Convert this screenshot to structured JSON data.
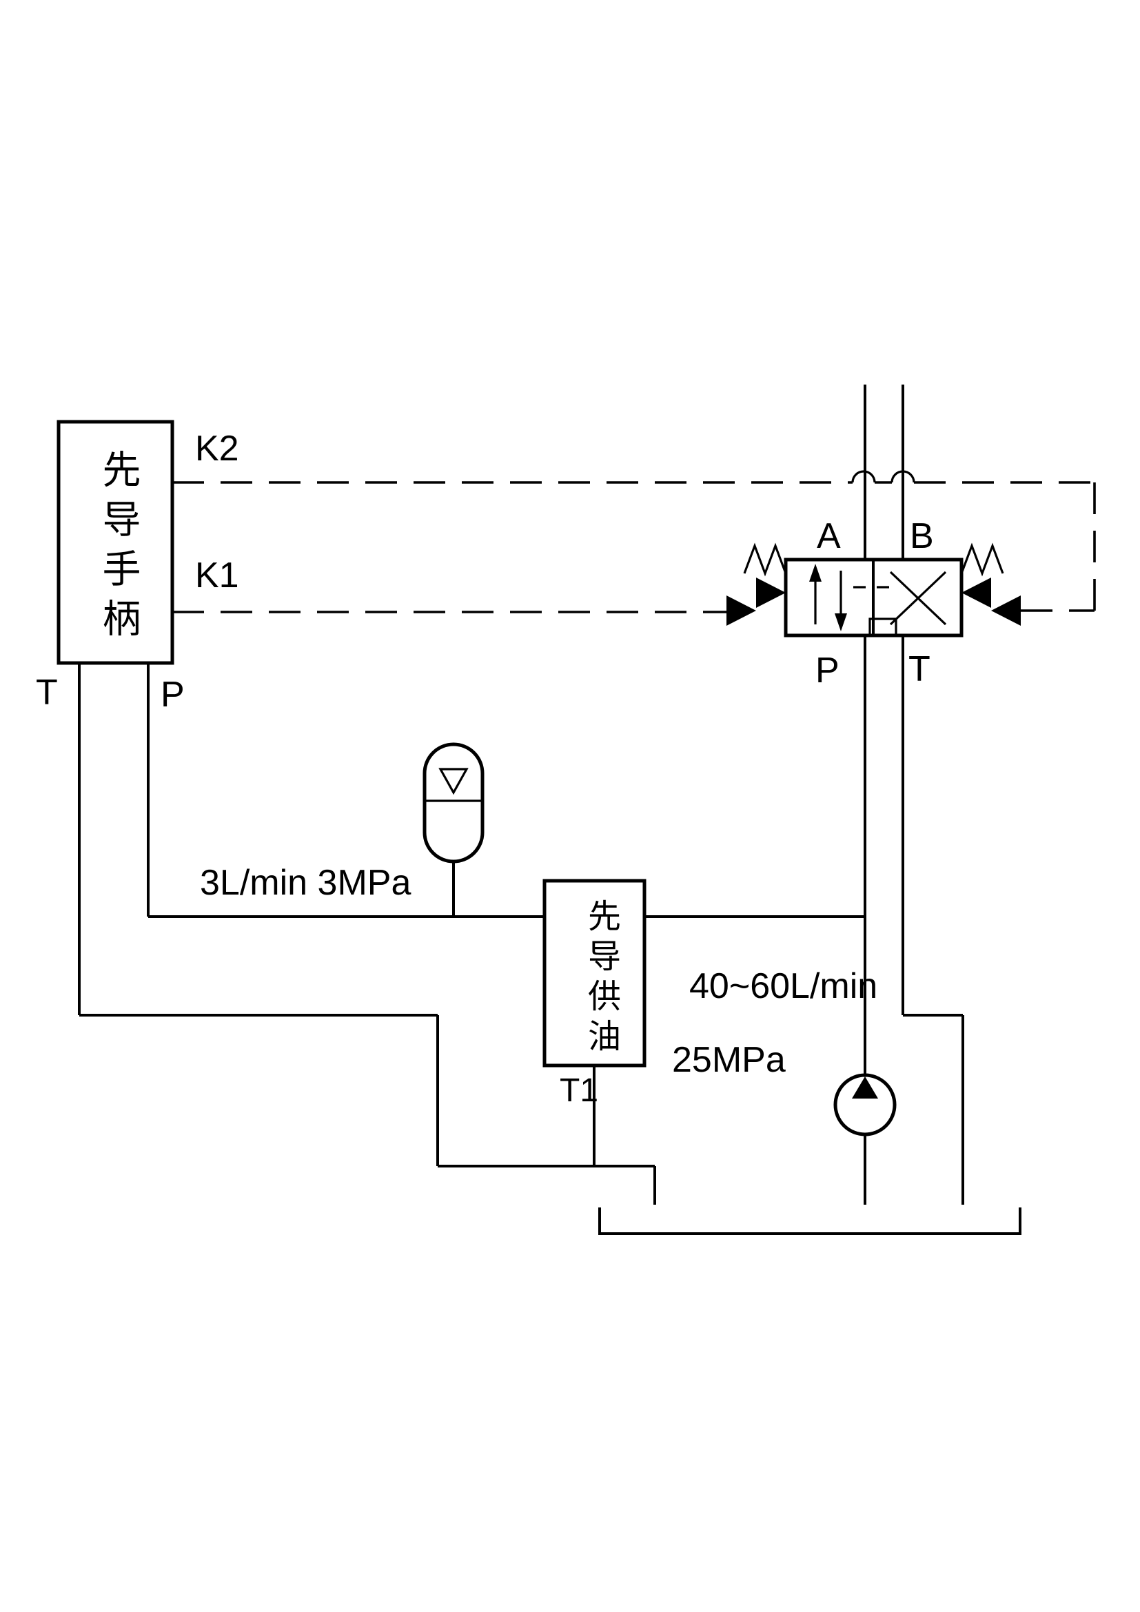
{
  "colors": {
    "background": "#ffffff",
    "line": "#000000"
  },
  "pilot_handle": {
    "label": "先导手柄",
    "ports": {
      "k2": "K2",
      "k1": "K1",
      "t": "T",
      "p": "P"
    }
  },
  "directional_valve": {
    "ports": {
      "a": "A",
      "b": "B",
      "p": "P",
      "t": "T"
    }
  },
  "pilot_supply": {
    "label": "先导供油",
    "ports": {
      "t1": "T1"
    }
  },
  "annotations": {
    "pilot_line_spec": "3L/min 3MPa",
    "main_flow_spec": "40~60L/min",
    "main_pressure_spec": "25MPa"
  }
}
